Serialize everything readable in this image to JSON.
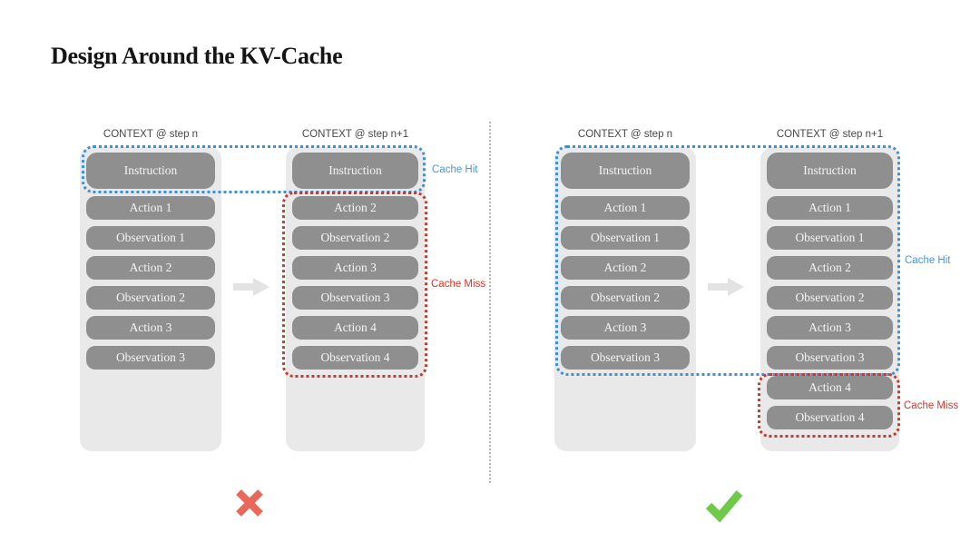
{
  "title": "Design Around the KV-Cache",
  "labels": {
    "cache_hit": "Cache Hit",
    "cache_miss": "Cache Miss"
  },
  "diagram_bad": {
    "verdict_icon": "cross-icon",
    "col_n": {
      "header": "CONTEXT @ step n",
      "boxes": [
        "Instruction",
        "Action 1",
        "Observation 1",
        "Action 2",
        "Observation 2",
        "Action 3",
        "Observation 3"
      ]
    },
    "col_n1": {
      "header": "CONTEXT @ step n+1",
      "boxes": [
        "Instruction",
        "Action 2",
        "Observation 2",
        "Action 3",
        "Observation 3",
        "Action 4",
        "Observation 4"
      ]
    }
  },
  "diagram_good": {
    "verdict_icon": "check-icon",
    "col_n": {
      "header": "CONTEXT @ step n",
      "boxes": [
        "Instruction",
        "Action 1",
        "Observation 1",
        "Action 2",
        "Observation 2",
        "Action 3",
        "Observation 3"
      ]
    },
    "col_n1": {
      "header": "CONTEXT @ step n+1",
      "boxes": [
        "Instruction",
        "Action 1",
        "Observation 1",
        "Action 2",
        "Observation 2",
        "Action 3",
        "Observation 3",
        "Action 4",
        "Observation 4"
      ]
    }
  },
  "colors": {
    "box_gray": "#8f8f8f",
    "container_gray": "#e9e9e9",
    "cache_hit_blue": "#3f8fd6",
    "cache_miss_red": "#c9392c",
    "cross_red": "#e8695c",
    "check_green": "#6fc94b"
  }
}
